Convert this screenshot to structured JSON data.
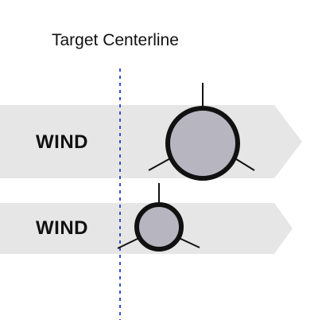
{
  "diagram": {
    "title": "Target Centerline",
    "arrows": [
      {
        "label": "WIND"
      },
      {
        "label": "WIND"
      }
    ],
    "colors": {
      "arrow_fill": "#e6e6e6",
      "centerline": "#3a4fc4",
      "target_fill": "#b7b6c0",
      "target_stroke": "#111111",
      "text": "#111111"
    }
  }
}
